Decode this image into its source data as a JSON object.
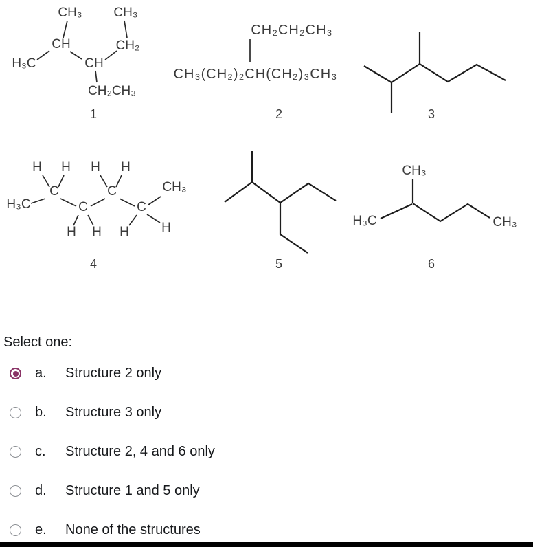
{
  "colors": {
    "radio_selected": "#8a3366",
    "text": "#17191c",
    "structure_ink": "#3a3a3a"
  },
  "structures": {
    "s1": {
      "number": "1",
      "labels": {
        "ch3_top_left": "CH₃",
        "ch3_top_right": "CH₃",
        "ch_upper": "CH",
        "ch2_upper": "CH₂",
        "h3c_left": "H₃C",
        "ch_center": "CH",
        "ch2ch3_bottom": "CH₂CH₃"
      }
    },
    "s2": {
      "number": "2",
      "labels": {
        "branch": "CH₂CH₂CH₃",
        "backbone": "CH₃(CH₂)₂CH(CH₂)₃CH₃"
      }
    },
    "s3": {
      "number": "3"
    },
    "s4": {
      "number": "4",
      "labels": {
        "h": "H",
        "c": "C",
        "h3c_left": "H₃C",
        "ch3_right": "CH₃"
      }
    },
    "s5": {
      "number": "5"
    },
    "s6": {
      "number": "6",
      "labels": {
        "ch3_top": "CH₃",
        "h3c_left": "H₃C",
        "ch3_right": "CH₃"
      }
    }
  },
  "question": {
    "prompt": "Select one:",
    "options": [
      {
        "letter": "a.",
        "text": "Structure 2 only",
        "selected": true
      },
      {
        "letter": "b.",
        "text": "Structure 3 only",
        "selected": false
      },
      {
        "letter": "c.",
        "text": "Structure 2, 4 and 6 only",
        "selected": false
      },
      {
        "letter": "d.",
        "text": "Structure 1 and 5 only",
        "selected": false
      },
      {
        "letter": "e.",
        "text": "None of the structures",
        "selected": false
      }
    ]
  }
}
